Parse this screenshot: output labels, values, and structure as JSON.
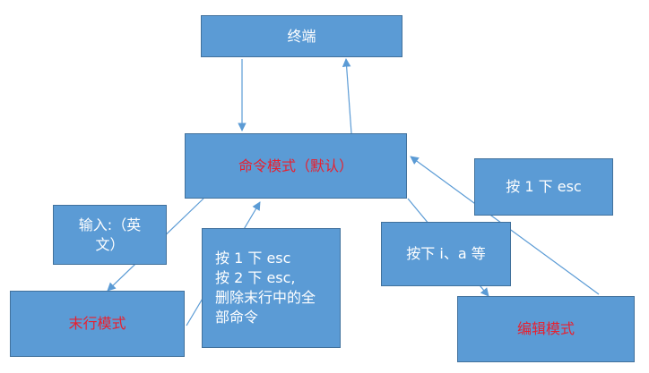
{
  "colors": {
    "box_fill": "#5b9bd5",
    "box_border": "#41719c",
    "arrow": "#5b9bd5",
    "mode_text": "#e8202f",
    "note_text": "#ffffff"
  },
  "nodes": {
    "terminal": "终端",
    "command_mode": "命令模式（默认）",
    "last_line_mode": "末行模式",
    "edit_mode": "编辑模式",
    "input_colon_english": "输入:（英\n文）",
    "esc_instructions": "按 1 下 esc\n按 2 下 esc,\n删除末行中的全\n部命令",
    "press_i_a": "按下 i、a 等",
    "press_esc_once": "按 1 下 esc"
  }
}
